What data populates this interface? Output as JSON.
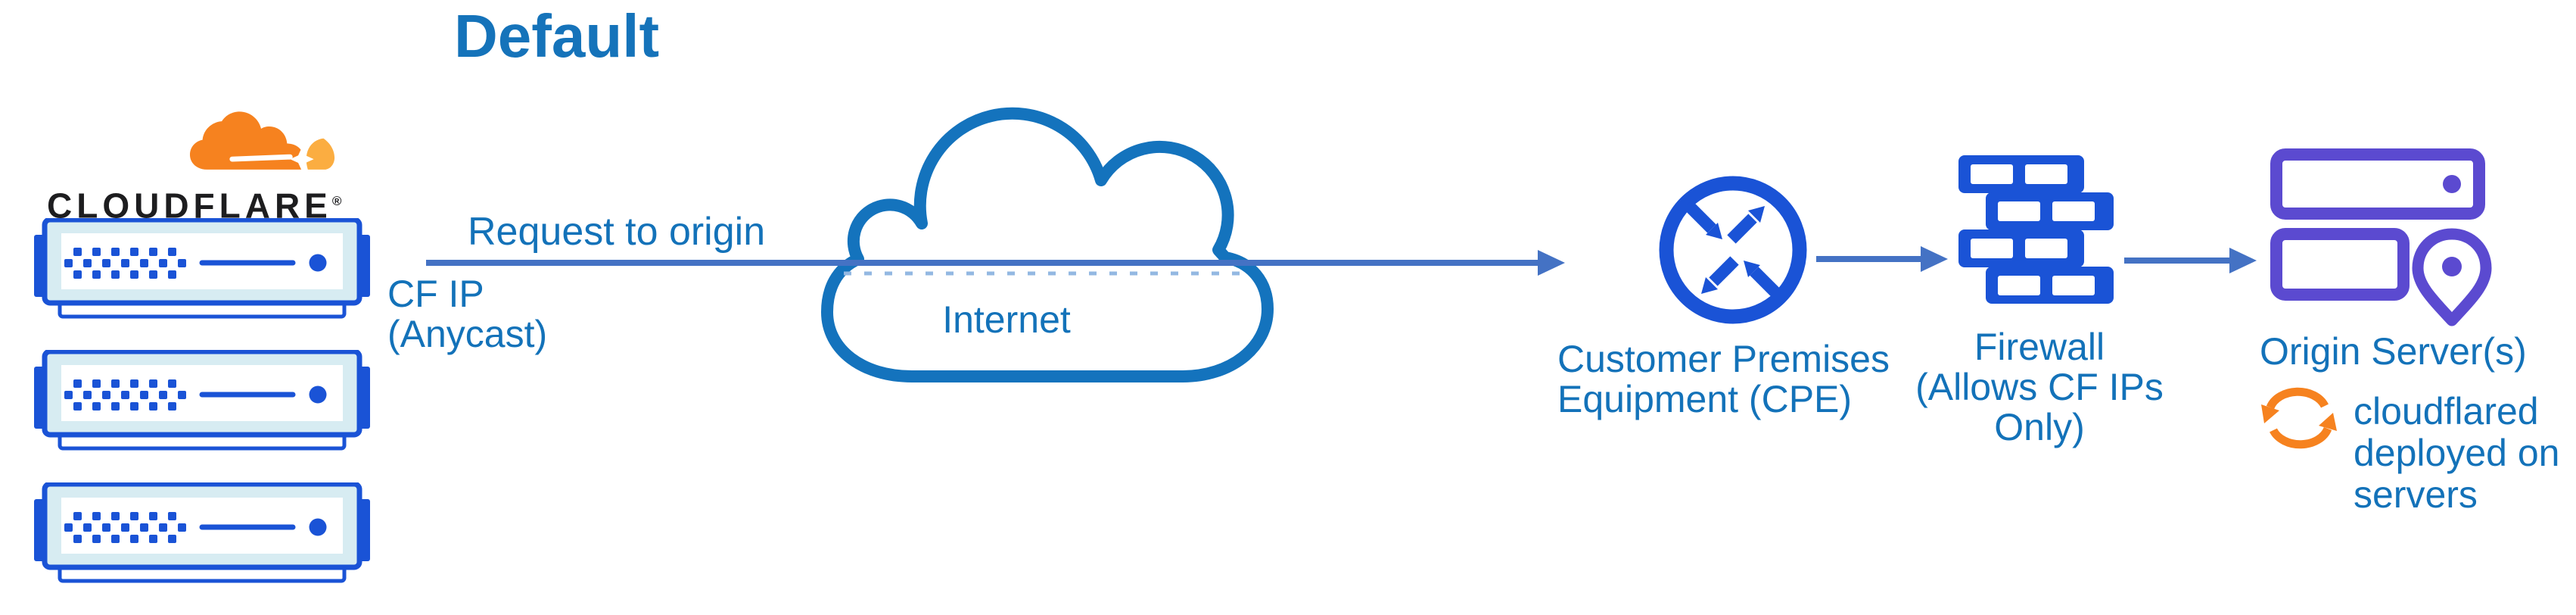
{
  "title": "Default",
  "cloudflare": {
    "wordmark": "CLOUDFLARE",
    "registered": "®"
  },
  "labels": {
    "request_to_origin": "Request to origin",
    "cf_ip": [
      "CF IP",
      "(Anycast)"
    ],
    "internet": "Internet",
    "cpe": [
      "Customer Premises",
      "Equipment (CPE)"
    ],
    "firewall": [
      "Firewall",
      "(Allows CF IPs Only)"
    ],
    "origin": "Origin Server(s)",
    "cloudflared": [
      "cloudflared",
      "deployed on",
      "servers"
    ]
  },
  "icons": {
    "logo": "cloudflare-cloud-icon",
    "edge_servers": "server-rack-icon",
    "internet": "cloud-icon",
    "cpe": "router-arrows-icon",
    "firewall": "brick-wall-icon",
    "origin": "server-location-pin-icon",
    "cloudflared": "sync-arrows-icon"
  },
  "colors": {
    "label_blue": "#1372b9",
    "icon_blue": "#1a53d6",
    "connector_blue": "#4472c4",
    "dashed_light_blue": "#93b8e2",
    "server_frame_light": "#d7ecf2",
    "origin_purple": "#5b4ad0",
    "cloudflare_orange": "#f6821f",
    "cloudflare_orange_light": "#fbad41",
    "wordmark_black": "#1d1d1f"
  }
}
